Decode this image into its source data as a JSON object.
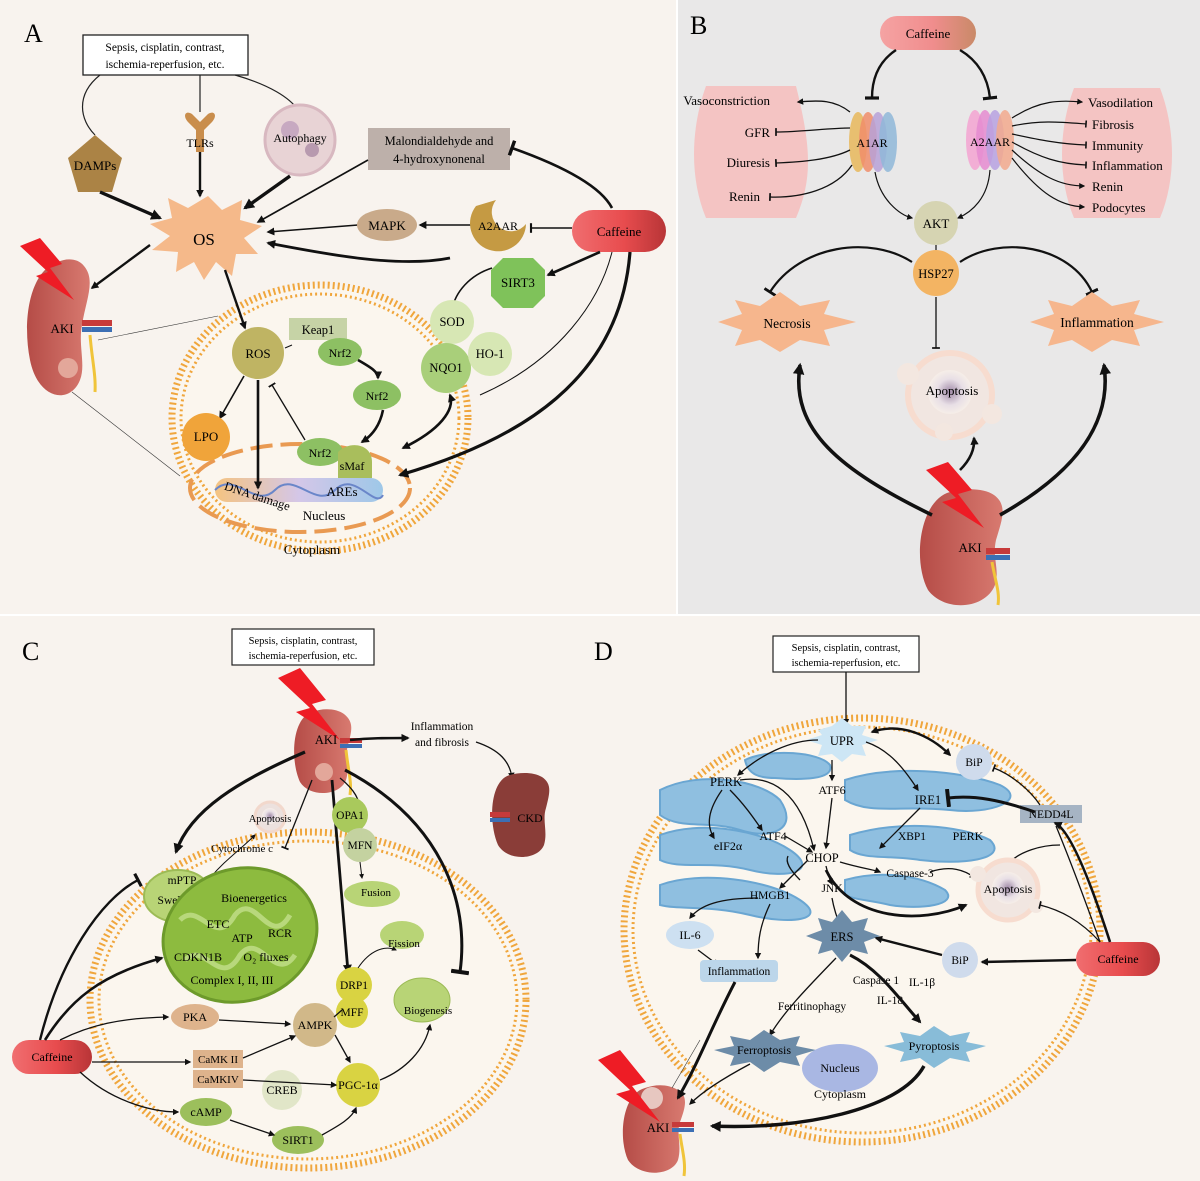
{
  "panels": {
    "a": "A",
    "b": "B",
    "c": "C",
    "d": "D"
  },
  "a": {
    "trigger_l1": "Sepsis, cisplatin, contrast,",
    "trigger_l2": "ischemia-reperfusion, etc.",
    "damps": "DAMPs",
    "tlrs": "TLRs",
    "autophagy": "Autophagy",
    "mda_l1": "Malondialdehyde and",
    "mda_l2": "4-hydroxynonenal",
    "os": "OS",
    "mapk": "MAPK",
    "a2aar": "A2AAR",
    "caffeine": "Caffeine",
    "sirt3": "SIRT3",
    "sod": "SOD",
    "nqo1": "NQO1",
    "ho1": "HO-1",
    "aki": "AKI",
    "ros": "ROS",
    "keap1": "Keap1",
    "nrf2": "Nrf2",
    "lpo": "LPO",
    "smaf": "sMaf",
    "ares": "AREs",
    "dna_damage": "DNA damage",
    "nucleus": "Nucleus",
    "cytoplasm": "Cytoplasm"
  },
  "b": {
    "caffeine": "Caffeine",
    "a1ar": "A1AR",
    "a2aar": "A2AAR",
    "left_effects": [
      "Vasoconstriction",
      "GFR",
      "Diuresis",
      "Renin"
    ],
    "right_effects": [
      "Vasodilation",
      "Fibrosis",
      "Immunity",
      "Inflammation",
      "Renin",
      "Podocytes"
    ],
    "akt": "AKT",
    "hsp27": "HSP27",
    "necrosis": "Necrosis",
    "inflammation": "Inflammation",
    "apoptosis": "Apoptosis",
    "aki": "AKI"
  },
  "c": {
    "trigger_l1": "Sepsis, cisplatin, contrast,",
    "trigger_l2": "ischemia-reperfusion, etc.",
    "aki": "AKI",
    "inflam_l1": "Inflammation",
    "inflam_l2": "and fibrosis",
    "ckd": "CKD",
    "apoptosis": "Apoptosis",
    "cytochrome_c": "Cytochrome c",
    "mptp": "mPTP",
    "swelling": "Swelling",
    "bioenergetics": "Bioenergetics",
    "etc": "ETC",
    "atp": "ATP",
    "rcr": "RCR",
    "o2_fluxes": "O₂ fluxes",
    "complex": "Complex I, II, III",
    "cdkn1b": "CDKN1B",
    "opa1": "OPA1",
    "mfn": "MFN",
    "fusion": "Fusion",
    "fission": "Fission",
    "drp1": "DRP1",
    "biogenesis": "Biogenesis",
    "mff": "MFF",
    "pka": "PKA",
    "ampk": "AMPK",
    "camk2": "CaMK II",
    "camk4": "CaMKIV",
    "creb": "CREB",
    "pgc1a": "PGC-1α",
    "camp": "cAMP",
    "sirt1": "SIRT1",
    "caffeine": "Caffeine"
  },
  "d": {
    "trigger_l1": "Sepsis, cisplatin, contrast,",
    "trigger_l2": "ischemia-reperfusion, etc.",
    "upr": "UPR",
    "bip": "BiP",
    "perk": "PERK",
    "atf6": "ATF6",
    "ire1": "IRE1",
    "nedd4l": "NEDD4L",
    "xbp1": "XBP1",
    "perk2": "PERK",
    "eif2a": "eIF2α",
    "atf4": "ATF4",
    "chop": "CHOP",
    "caspase3": "Caspase-3",
    "hmgb1": "HMGB1",
    "jnk": "JNK",
    "apoptosis": "Apoptosis",
    "il6": "IL-6",
    "ers": "ERS",
    "bip2": "BiP",
    "caffeine": "Caffeine",
    "inflammation": "Inflammation",
    "caspase1": "Caspase 1",
    "il1b": "IL-1β",
    "il18": "IL-18",
    "ferritinophagy": "Ferritinophagy",
    "ferroptosis": "Ferroptosis",
    "pyroptosis": "Pyroptosis",
    "nucleus": "Nucleus",
    "cytoplasm": "Cytoplasm",
    "aki": "AKI"
  },
  "colors": {
    "panel_bg": "#f8f3ee",
    "panel_b_bg": "#e9e8e8",
    "membrane": "#f0a63c",
    "caffeine_red": "#e64a4c",
    "green": "#8dc063",
    "kidney": "#c0564e",
    "bolt": "#ee1c25",
    "os_star": "#f5b98a",
    "er_blue": "#8fbfe0"
  }
}
